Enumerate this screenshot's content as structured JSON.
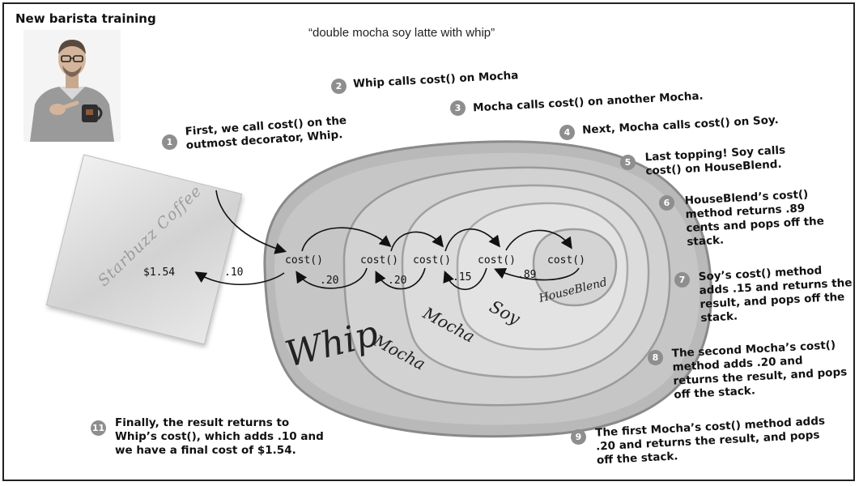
{
  "header": {
    "title": "New barista training",
    "quote": "“double mocha soy latte with whip”"
  },
  "steps": [
    {
      "num": "1",
      "text": "First, we call cost() on the outmost decorator, Whip."
    },
    {
      "num": "2",
      "text": "Whip calls cost() on Mocha"
    },
    {
      "num": "3",
      "text": "Mocha calls cost() on another Mocha."
    },
    {
      "num": "4",
      "text": "Next, Mocha calls cost() on Soy."
    },
    {
      "num": "5",
      "text": "Last topping! Soy calls cost() on HouseBlend."
    },
    {
      "num": "6",
      "text": "HouseBlend’s cost() method returns .89 cents and pops off the stack."
    },
    {
      "num": "7",
      "text": "Soy’s cost() method adds .15 and returns the result, and pops off the stack."
    },
    {
      "num": "8",
      "text": "The second Mocha’s cost() method adds .20 and returns the result, and pops off the stack."
    },
    {
      "num": "9",
      "text": "The first Mocha’s cost() method adds .20 and returns the result, and pops off the stack."
    },
    {
      "num": "11",
      "text": "Finally, the result returns to Whip’s cost(), which adds .10 and we have a final cost of $1.54."
    }
  ],
  "diagram": {
    "layers": [
      "Whip",
      "Mocha",
      "Mocha",
      "Soy",
      "HouseBlend"
    ],
    "calls": [
      "cost()",
      "cost()",
      "cost()",
      "cost()",
      "cost()"
    ],
    "returns": [
      ".10",
      ".20",
      ".20",
      ".15",
      ".89"
    ],
    "final_cost": "$1.54",
    "napkin_text": "Starbuzz Coffee"
  },
  "colors": {
    "ring_outer": "#b9b9b9",
    "ring_mid": "#cfcfcf",
    "ring_inner": "#e2e2e2",
    "badge": "#8e8e8e"
  }
}
